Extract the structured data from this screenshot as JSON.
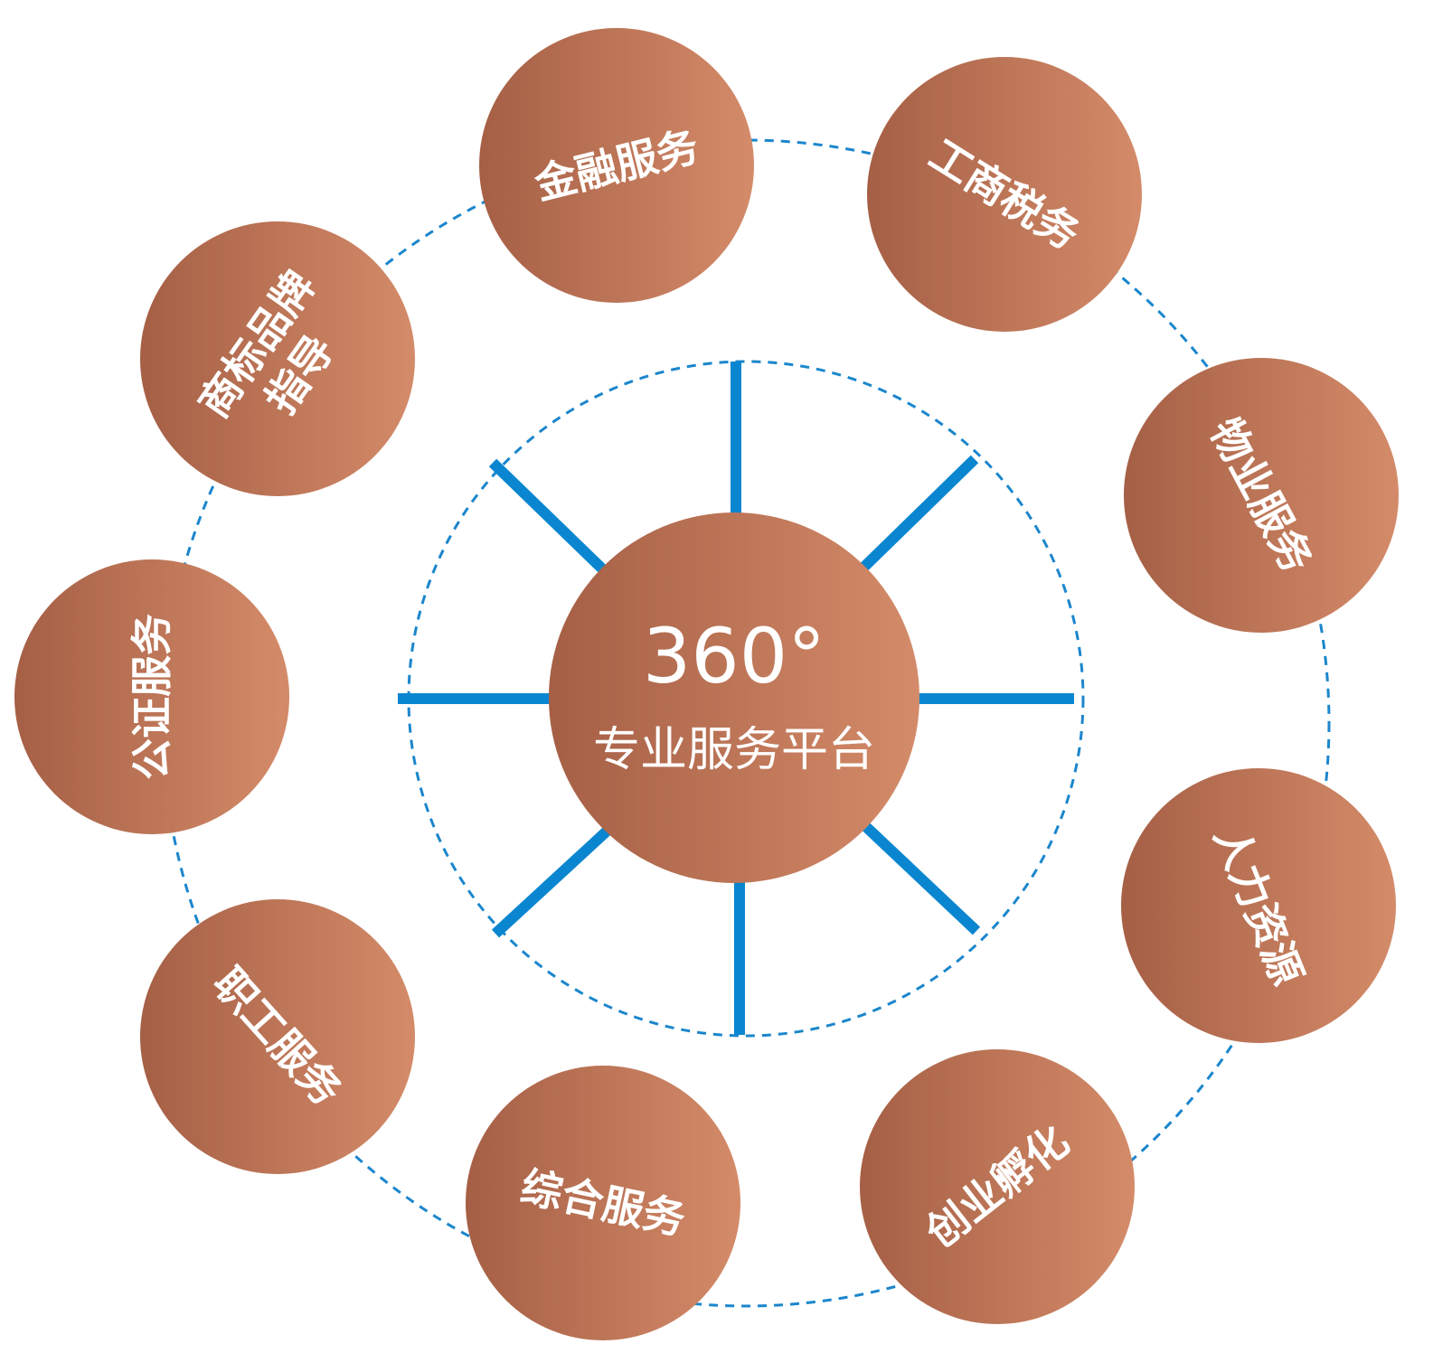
{
  "center": {
    "title": "360°",
    "subtitle": "专业服务平台"
  },
  "services": [
    {
      "id": "finance",
      "label": "金融服务"
    },
    {
      "id": "business-tax",
      "label": "工商税务"
    },
    {
      "id": "property",
      "label": "物业服务"
    },
    {
      "id": "hr",
      "label": "人力资源"
    },
    {
      "id": "incubation",
      "label": "创业孵化"
    },
    {
      "id": "general",
      "label": "综合服务"
    },
    {
      "id": "employee",
      "label": "职工服务"
    },
    {
      "id": "notary",
      "label": "公证服务"
    },
    {
      "id": "trademark",
      "label": "商标品牌指导",
      "lines": [
        "商标品牌",
        "指导"
      ]
    }
  ],
  "colors": {
    "bubble_dark": "#a55f45",
    "bubble_light": "#d48b69",
    "spoke": "#0a86d0",
    "dash": "#1b86cc",
    "text": "#ffffff"
  }
}
